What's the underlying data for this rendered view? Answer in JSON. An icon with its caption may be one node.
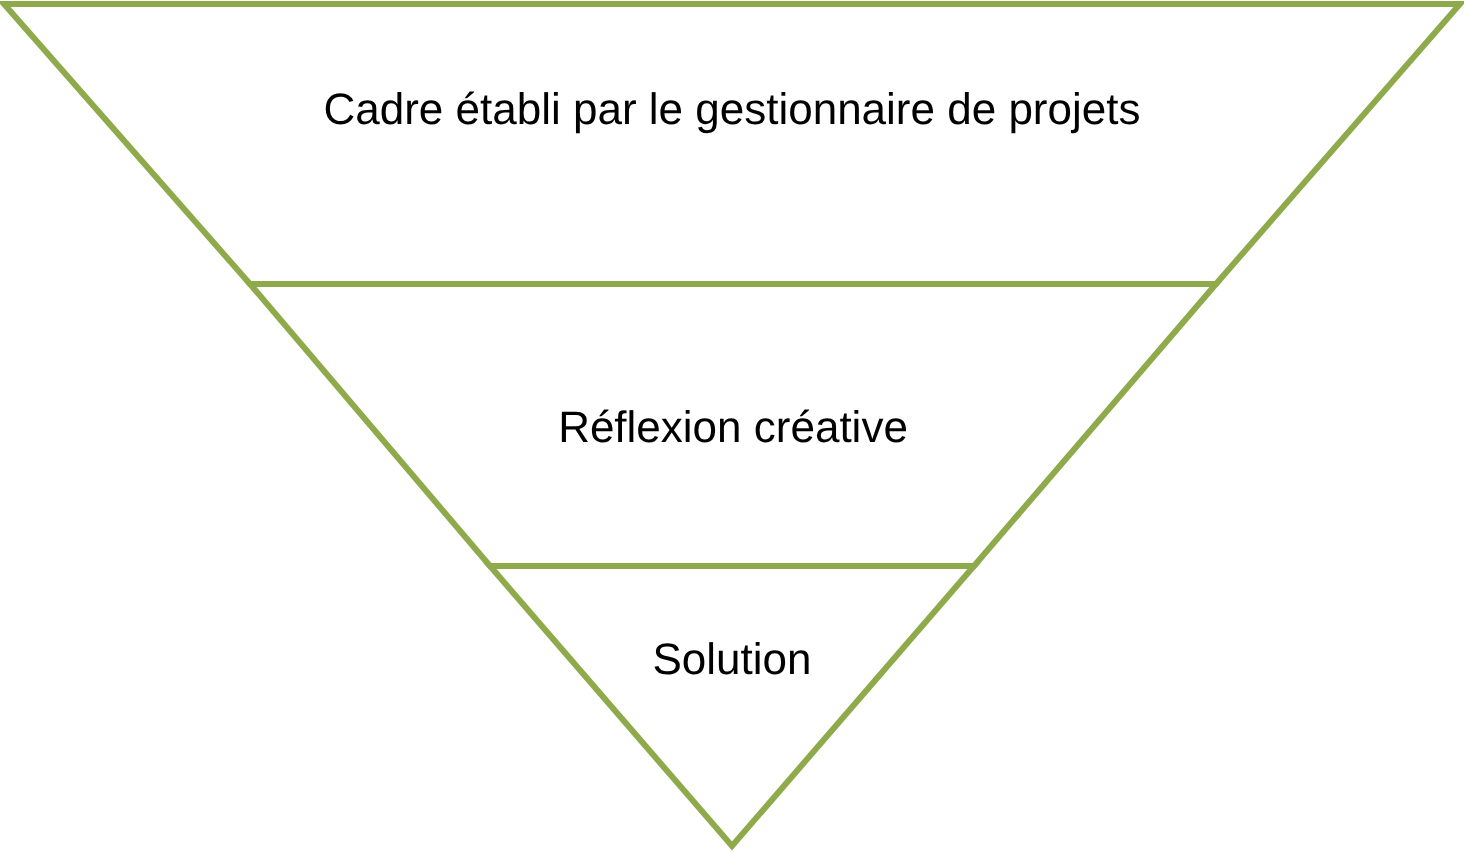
{
  "diagram": {
    "nodes": [
      {
        "text": [
          "Cadre établi par le gestionnaire de projets"
        ]
      },
      {
        "text": [
          "Réflexion créative"
        ]
      },
      {
        "text": [
          "Solution"
        ]
      }
    ]
  }
}
